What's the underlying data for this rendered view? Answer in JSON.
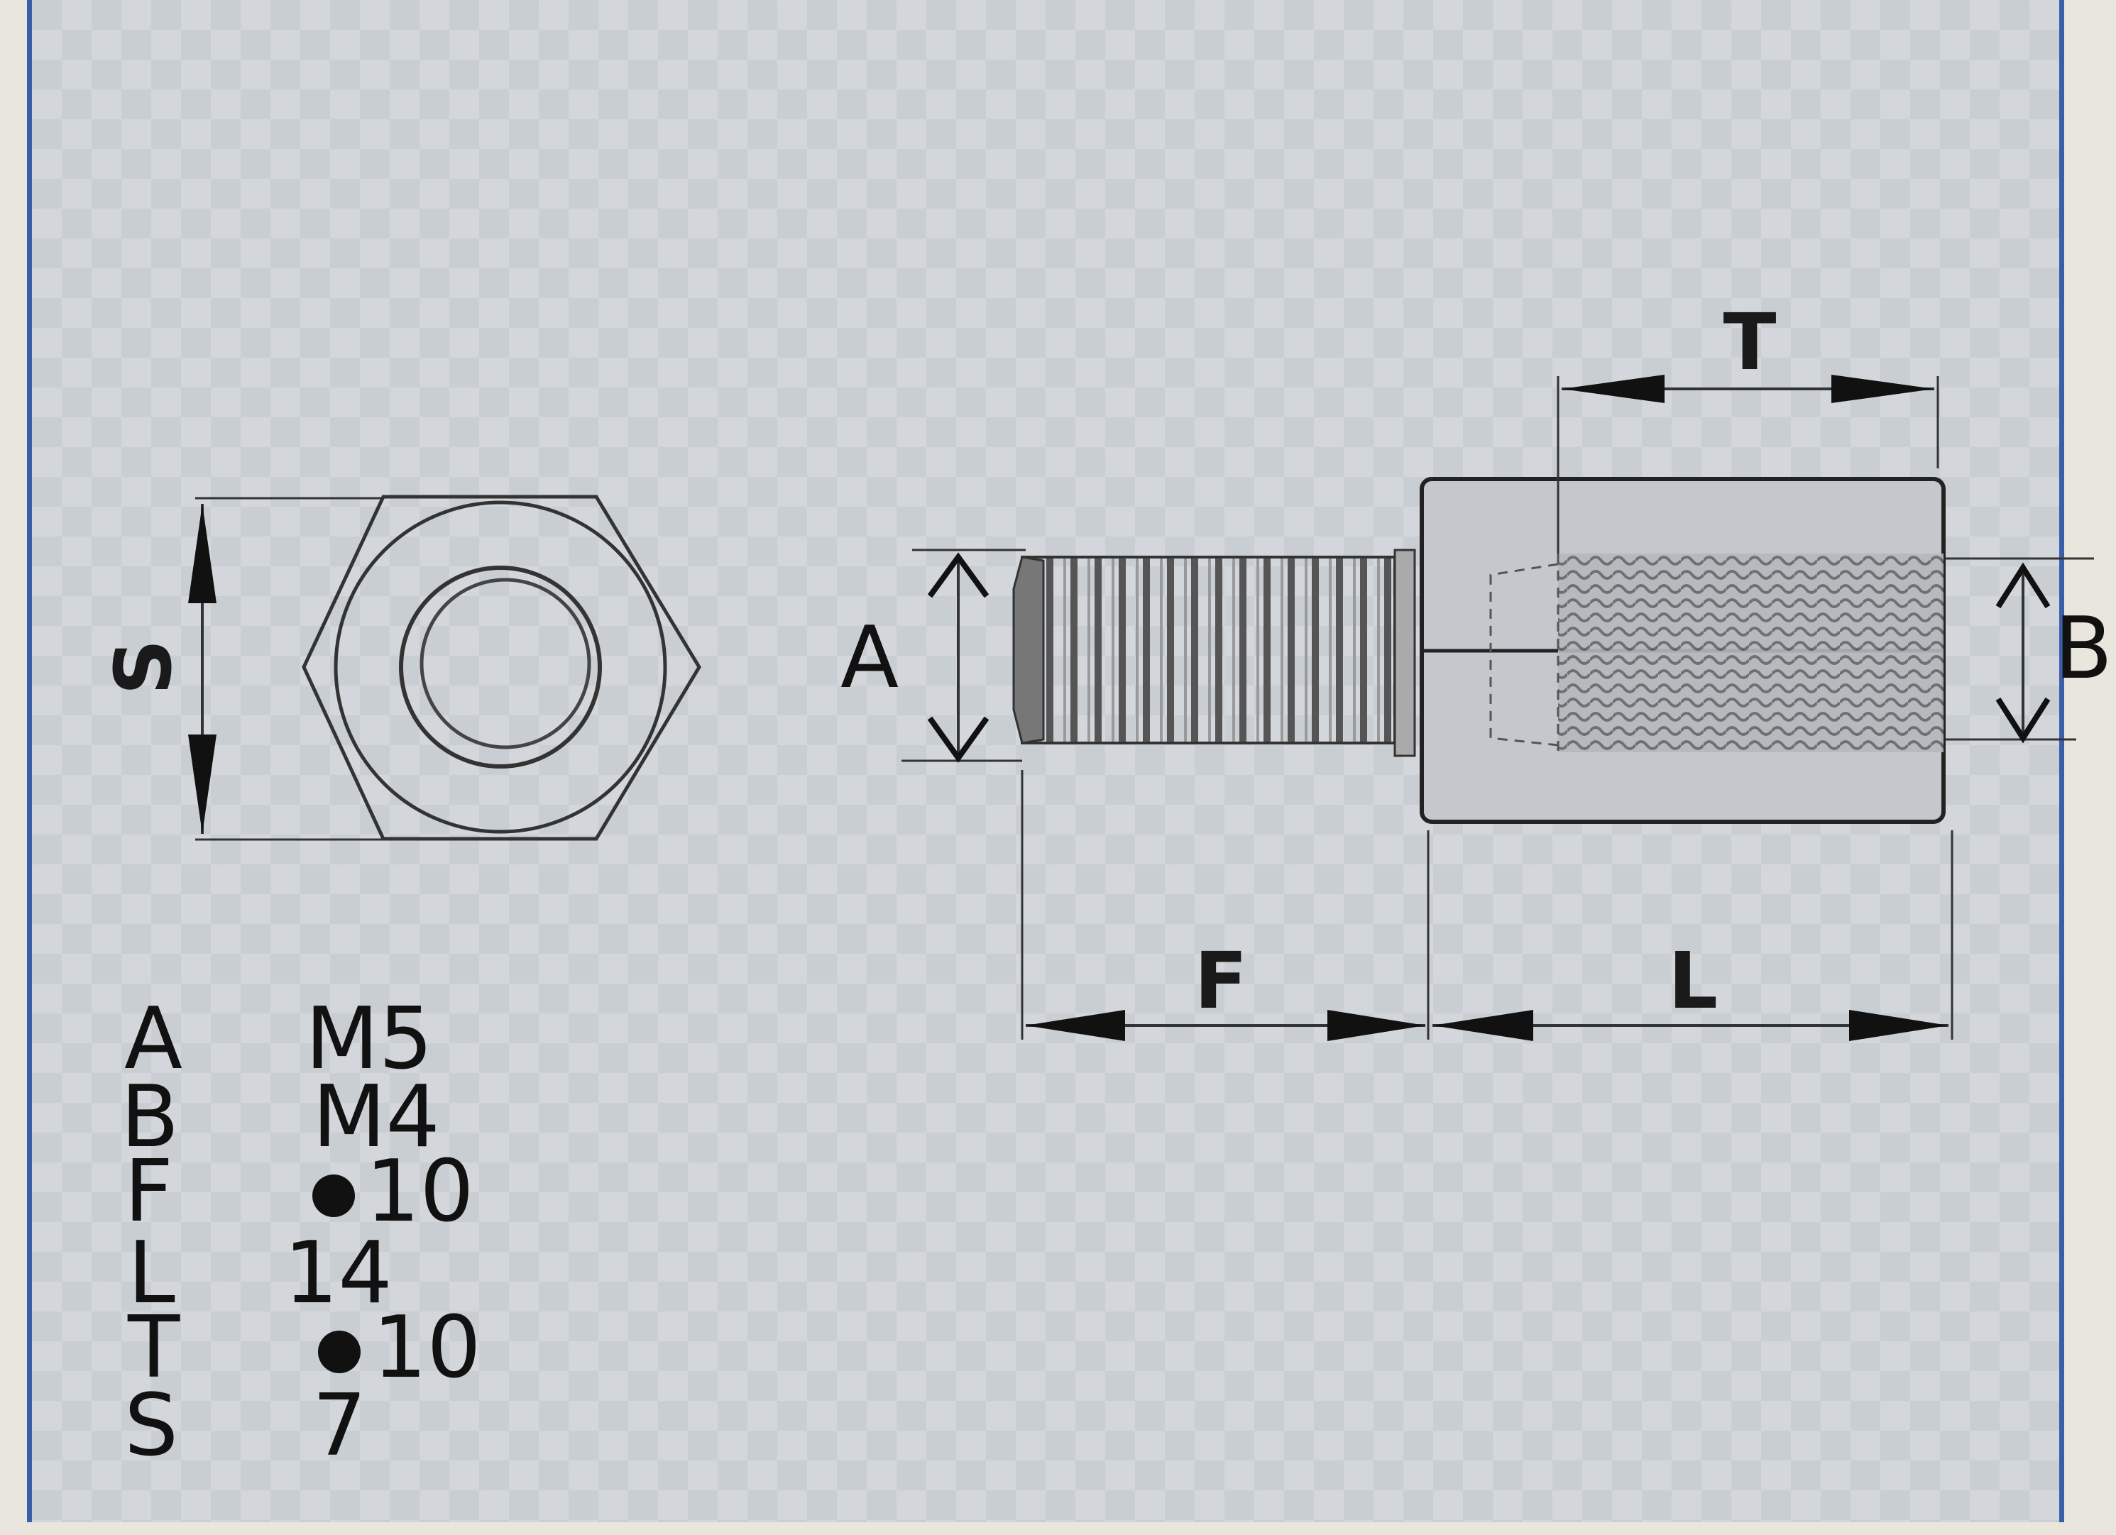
{
  "drawing": {
    "labels": {
      "S": "S",
      "A": "A",
      "B": "B",
      "F": "F",
      "L": "L",
      "T": "T"
    }
  },
  "spec_table": {
    "rows": [
      {
        "key": "A",
        "value": "M5"
      },
      {
        "key": "B",
        "value": "M4"
      },
      {
        "key": "F",
        "value": "10"
      },
      {
        "key": "L",
        "value": "14"
      },
      {
        "key": "T",
        "value": "10"
      },
      {
        "key": "S",
        "value": "7"
      }
    ]
  },
  "colors": {
    "border_blue": "#3a5fa8",
    "paper": "#c9ced3",
    "ink": "#1a1a1a"
  }
}
